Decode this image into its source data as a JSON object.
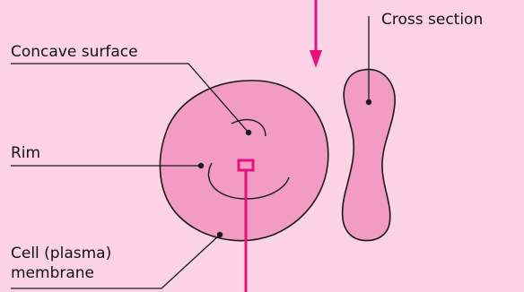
{
  "labels": {
    "cross_section": "Cross section",
    "concave_surface": "Concave surface",
    "rim": "Rim",
    "cell_membrane_line1": "Cell (plasma)",
    "cell_membrane_line2": "membrane"
  },
  "colors": {
    "background": "#fcd3e6",
    "cell_fill": "#f29cc4",
    "outline": "#1a1a1a",
    "accent_magenta": "#e5127d"
  }
}
